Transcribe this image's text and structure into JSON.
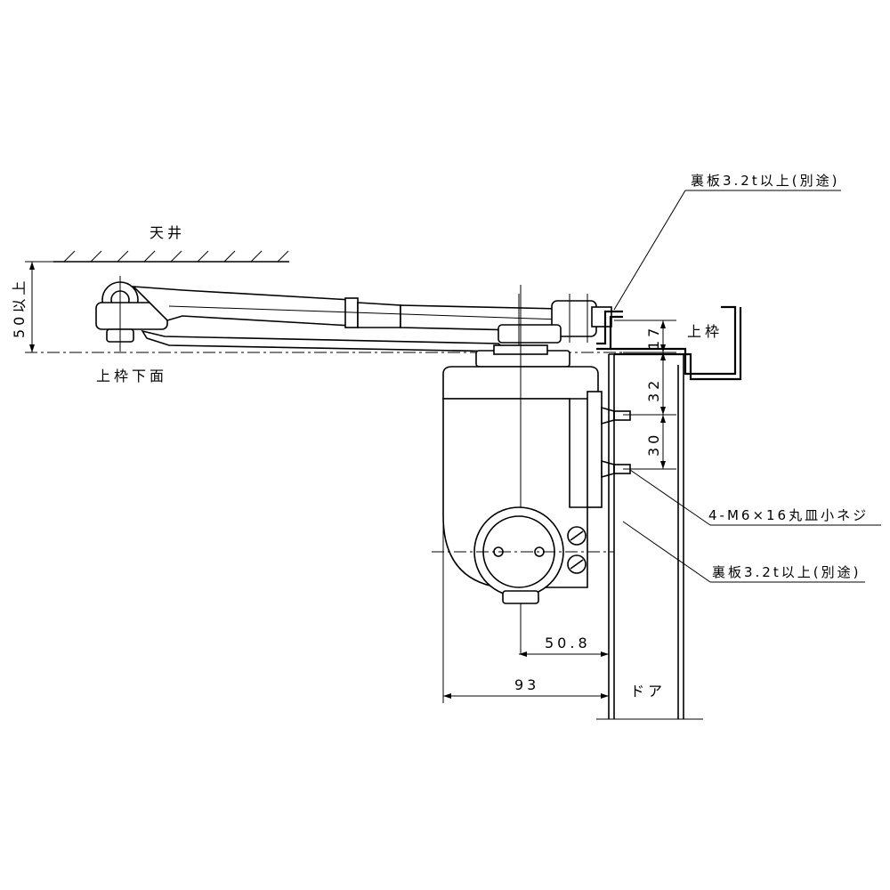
{
  "labels": {
    "ceiling": "天井",
    "frame_bottom": "上枠下面",
    "upper_frame": "上枠",
    "door": "ドア",
    "back_plate_top": "裏板3.2t以上(別途)",
    "back_plate_bottom": "裏板3.2t以上(別途)",
    "screws": "4-M6×16丸皿小ネジ"
  },
  "dimensions": {
    "min_clearance": "50以上",
    "d17": "17",
    "d32": "32",
    "d30": "30",
    "d50_8": "50.8",
    "d93": "93"
  }
}
